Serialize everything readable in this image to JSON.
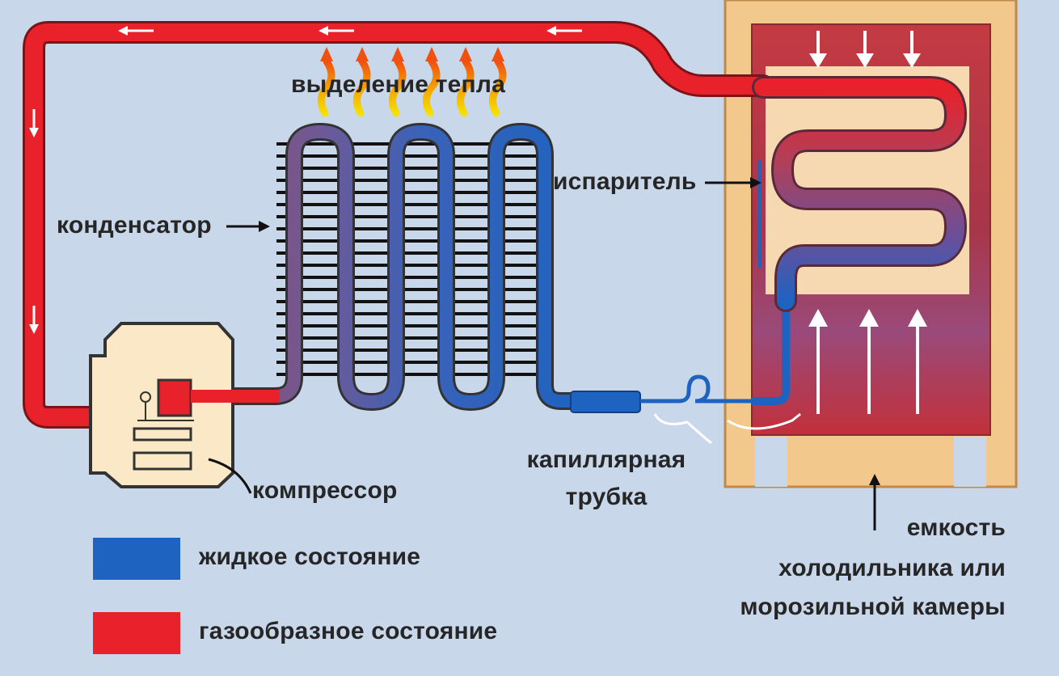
{
  "labels": {
    "heat_release": "выделение тепла",
    "condenser": "конденсатор",
    "evaporator": "испаритель",
    "compressor": "компрессор",
    "capillary_line1": "капиллярная",
    "capillary_line2": "трубка",
    "container_line1": "емкость",
    "container_line2": "холодильника или",
    "container_line3": "морозильной камеры"
  },
  "legend": [
    {
      "label": "жидкое состояние",
      "color": "#1f63c0"
    },
    {
      "label": "газообразное состояние",
      "color": "#e8212a"
    }
  ],
  "colors": {
    "background": "#c9d7ea",
    "gas": "#e8212a",
    "liquid": "#1f63c0",
    "mixed": "#8a4a6e",
    "housing": "#f2c88c",
    "chamber": "#b8323a",
    "evaporator_panel": "#f7d9b1",
    "compressor_body": "#fbe8c6"
  }
}
